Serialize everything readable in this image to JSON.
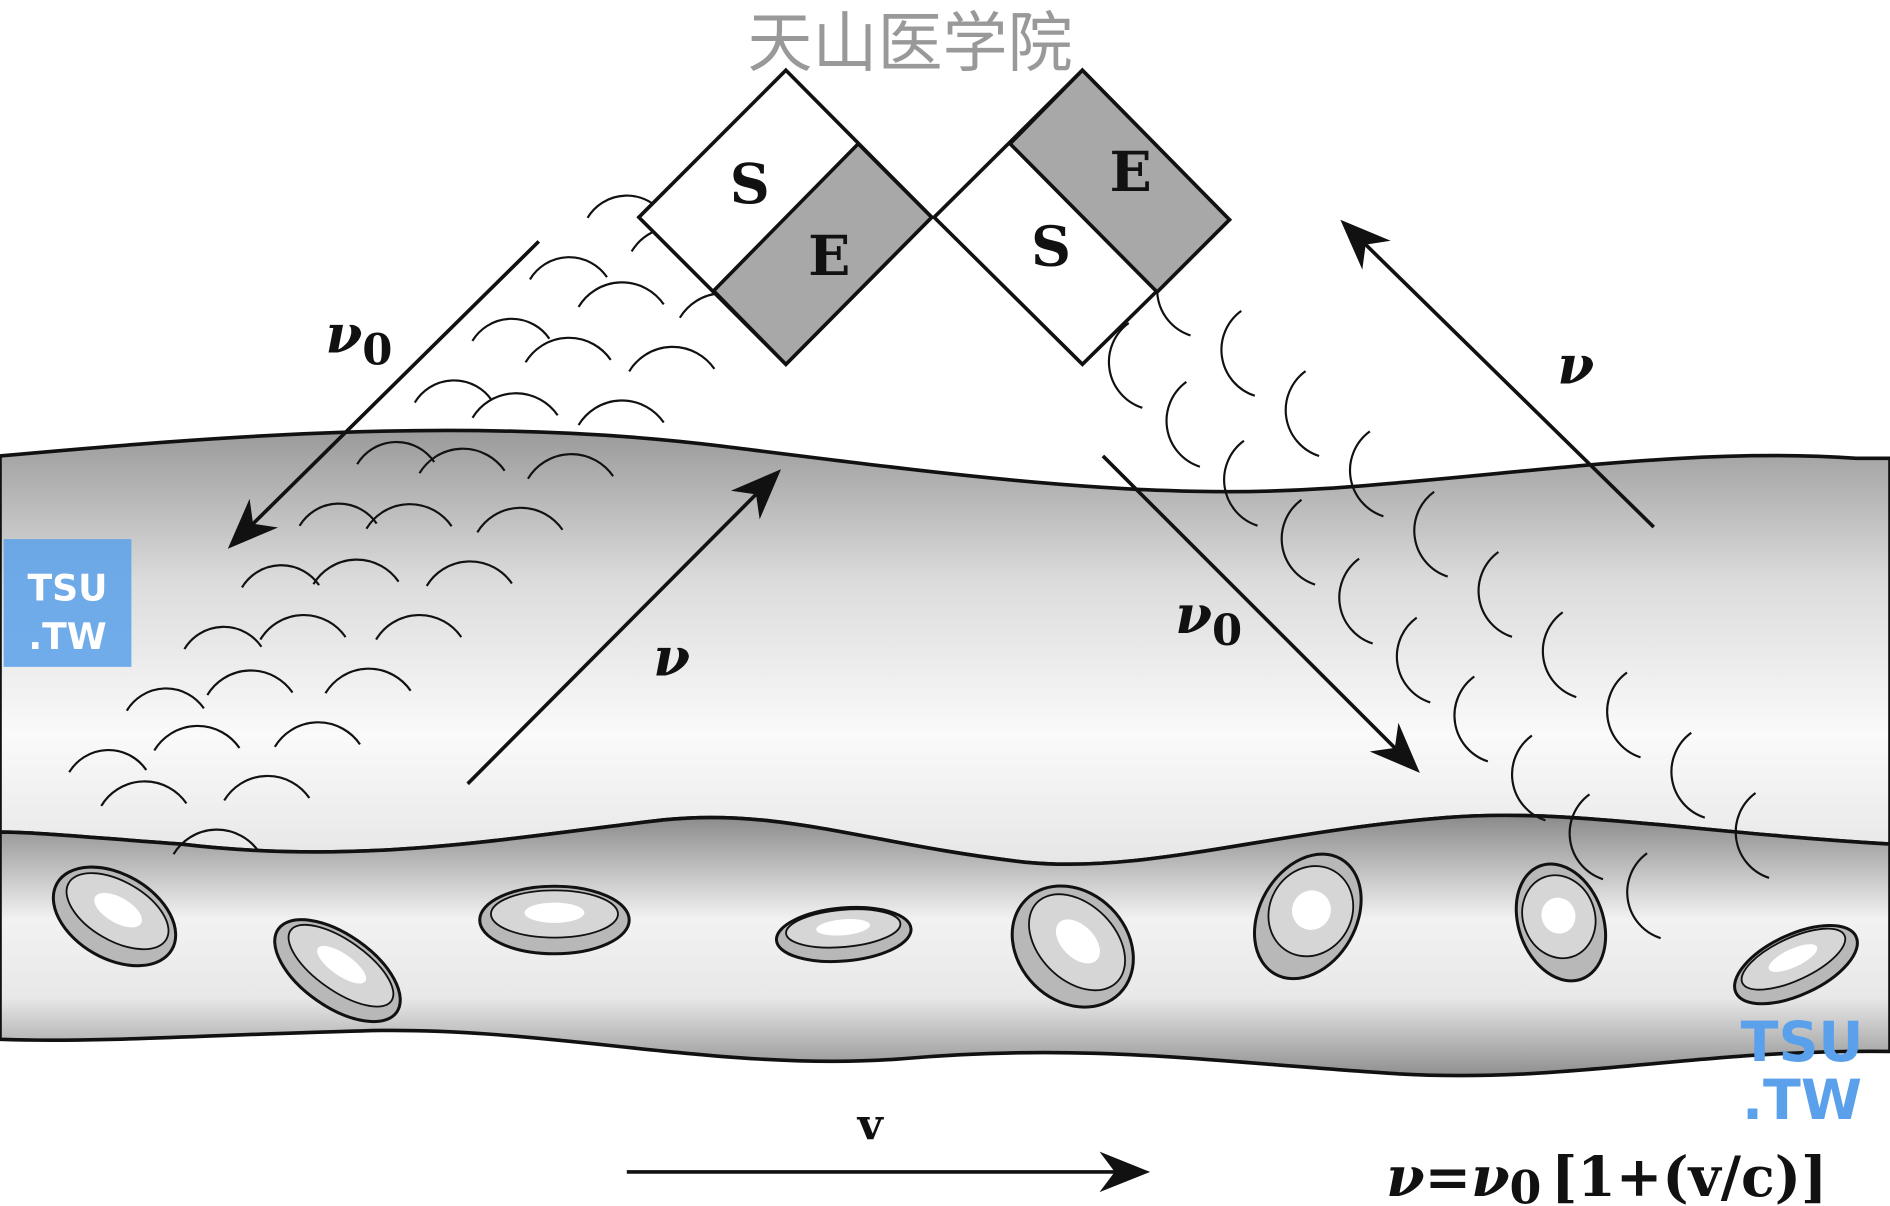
{
  "watermark_top": "天山医学院",
  "logo": {
    "line1": "TSU",
    "line2": ".TW"
  },
  "transducer_left": {
    "top_label": "S",
    "bottom_label": "E"
  },
  "transducer_right": {
    "top_label": "E",
    "bottom_label": "S"
  },
  "labels": {
    "incident_left": "ν",
    "incident_left_sub": "0",
    "reflected_left": "ν",
    "incident_right": "ν",
    "incident_right_sub": "0",
    "reflected_right": "ν",
    "flow_velocity": "v"
  },
  "formula": {
    "lhs": "ν=ν",
    "sub": "0",
    "rhs": "[1+(v/c)]"
  },
  "colors": {
    "probe_gray": "#a8a8a8",
    "logo_blue": "#5aa0ea",
    "ink": "#111111"
  }
}
